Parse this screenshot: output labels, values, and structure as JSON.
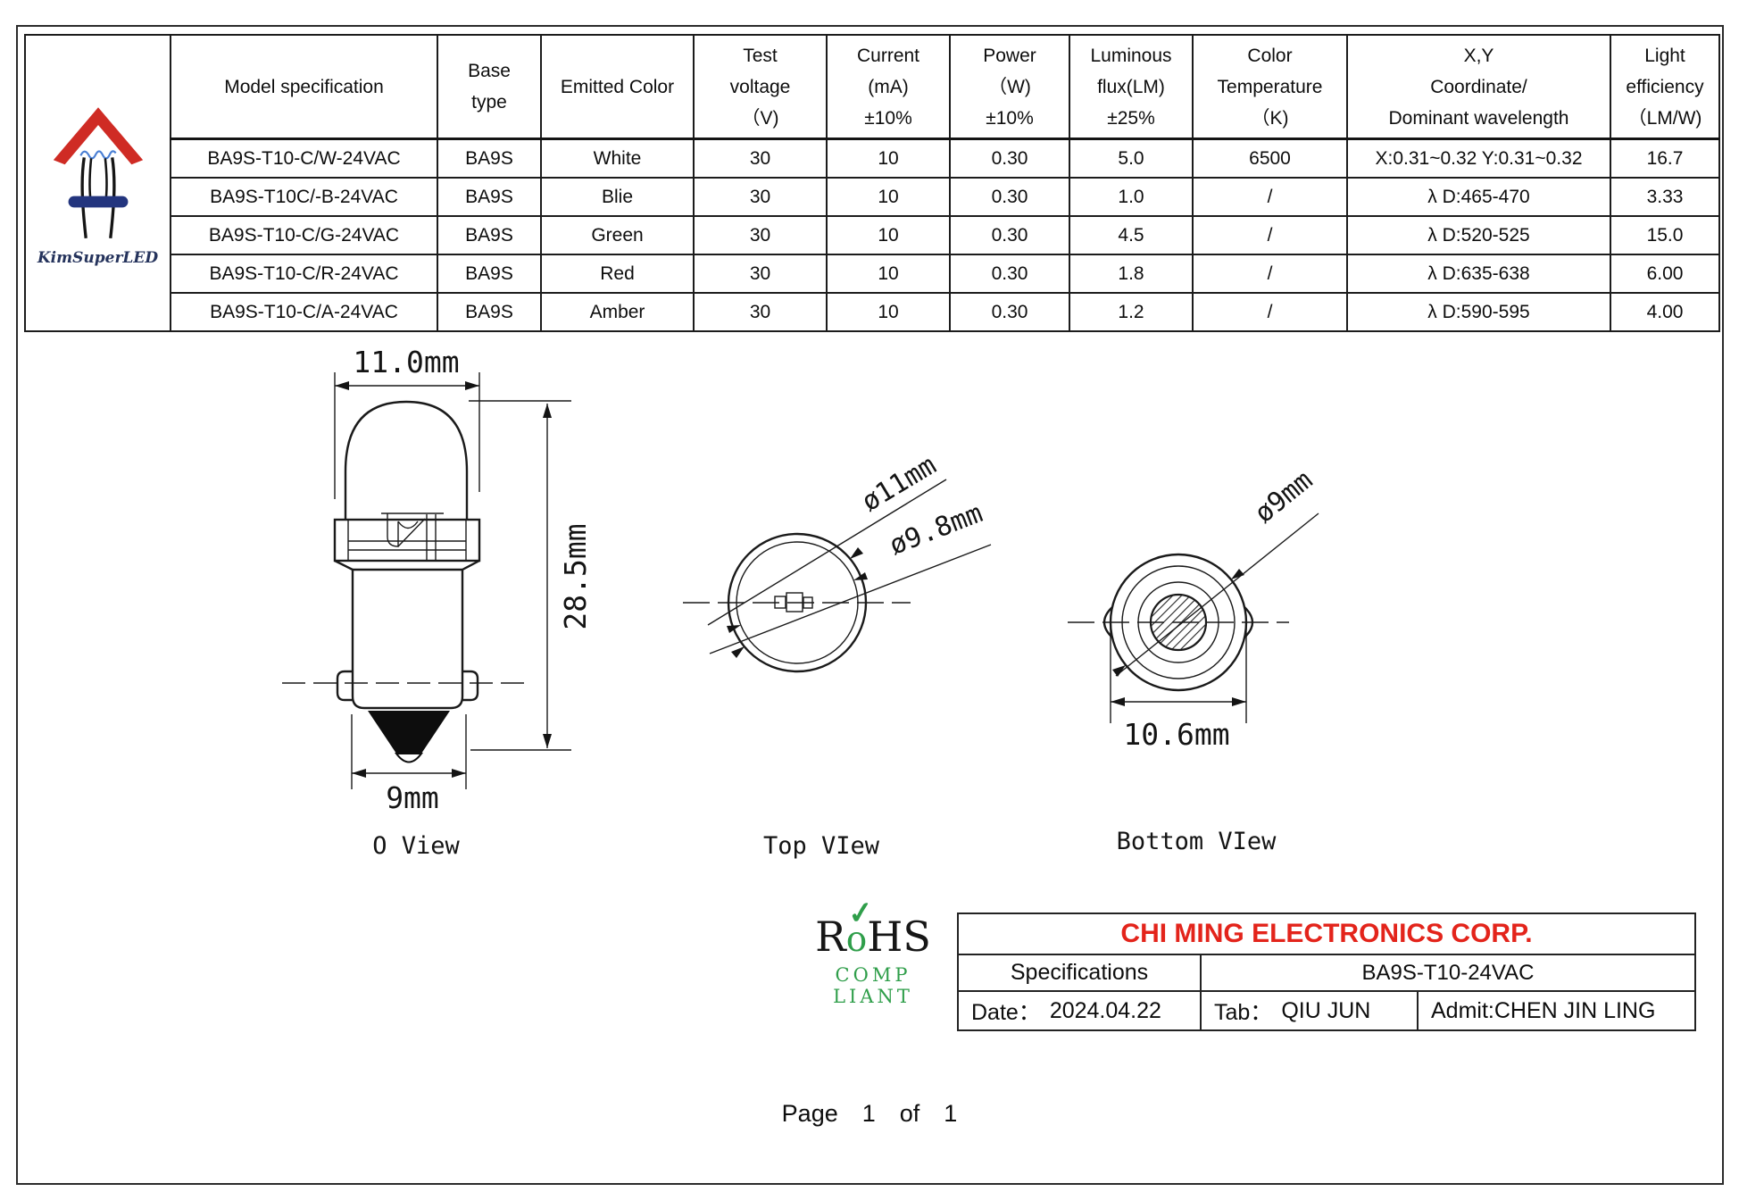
{
  "logo": {
    "name": "KimSuperLED"
  },
  "spec_table": {
    "columns": [
      {
        "lines": [
          "Model specification"
        ]
      },
      {
        "lines": [
          "Base",
          "type"
        ]
      },
      {
        "lines": [
          "Emitted Color"
        ]
      },
      {
        "lines": [
          "Test",
          "voltage",
          "（V)"
        ]
      },
      {
        "lines": [
          "Current",
          "(mA)",
          "±10%"
        ]
      },
      {
        "lines": [
          "Power",
          "（W)",
          "±10%"
        ]
      },
      {
        "lines": [
          "Luminous",
          "flux(LM)",
          "±25%"
        ]
      },
      {
        "lines": [
          "Color",
          "Temperature",
          "（K)"
        ]
      },
      {
        "lines": [
          "X,Y",
          "Coordinate/",
          "Dominant wavelength"
        ]
      },
      {
        "lines": [
          "Light",
          "efficiency",
          "（LM/W)"
        ]
      }
    ],
    "rows": [
      {
        "model": "BA9S-T10-C/W-24VAC",
        "base": "BA9S",
        "color": "White",
        "voltage": "30",
        "current": "10",
        "power": "0.30",
        "flux": "5.0",
        "temp": "6500",
        "xy": "X:0.31~0.32 Y:0.31~0.32",
        "eff": "16.7"
      },
      {
        "model": "BA9S-T10C/-B-24VAC",
        "base": "BA9S",
        "color": "Blie",
        "voltage": "30",
        "current": "10",
        "power": "0.30",
        "flux": "1.0",
        "temp": "/",
        "xy": "λ D:465-470",
        "eff": "3.33"
      },
      {
        "model": "BA9S-T10-C/G-24VAC",
        "base": "BA9S",
        "color": "Green",
        "voltage": "30",
        "current": "10",
        "power": "0.30",
        "flux": "4.5",
        "temp": "/",
        "xy": "λ D:520-525",
        "eff": "15.0"
      },
      {
        "model": "BA9S-T10-C/R-24VAC",
        "base": "BA9S",
        "color": "Red",
        "voltage": "30",
        "current": "10",
        "power": "0.30",
        "flux": "1.8",
        "temp": "/",
        "xy": "λ D:635-638",
        "eff": "6.00"
      },
      {
        "model": "BA9S-T10-C/A-24VAC",
        "base": "BA9S",
        "color": "Amber",
        "voltage": "30",
        "current": "10",
        "power": "0.30",
        "flux": "1.2",
        "temp": "/",
        "xy": "λ D:590-595",
        "eff": "4.00"
      }
    ]
  },
  "drawings": {
    "side_view": {
      "top_dim": "11.0mm",
      "height_dim": "28.5mm",
      "bottom_dim": "9mm",
      "caption": "O View"
    },
    "top_view": {
      "dia1": "ø11mm",
      "dia2": "ø9.8mm",
      "caption": "Top VIew"
    },
    "bottom_view": {
      "dia": "ø9mm",
      "width_dim": "10.6mm",
      "caption": "Bottom VIew"
    }
  },
  "rohs": {
    "r": "R",
    "o": "o",
    "hs": "HS",
    "check": "✓",
    "compliant": "COMP LIANT"
  },
  "title_block": {
    "company": "CHI MING ELECTRONICS CORP.",
    "spec_label": "Specifications",
    "model": "BA9S-T10-24VAC",
    "date_label": "Date：",
    "date_value": "2024.04.22",
    "tab_label": "Tab：",
    "tab_value": "QIU JUN",
    "admit": "Admit:CHEN JIN LING"
  },
  "footer": {
    "w1": "Page",
    "w2": "1",
    "w3": "of",
    "w4": "1"
  },
  "colors": {
    "accent_red": "#e3241b",
    "rohs_green": "#2f9e4a",
    "logo_red": "#cf2b24",
    "logo_blue": "#23357e"
  }
}
